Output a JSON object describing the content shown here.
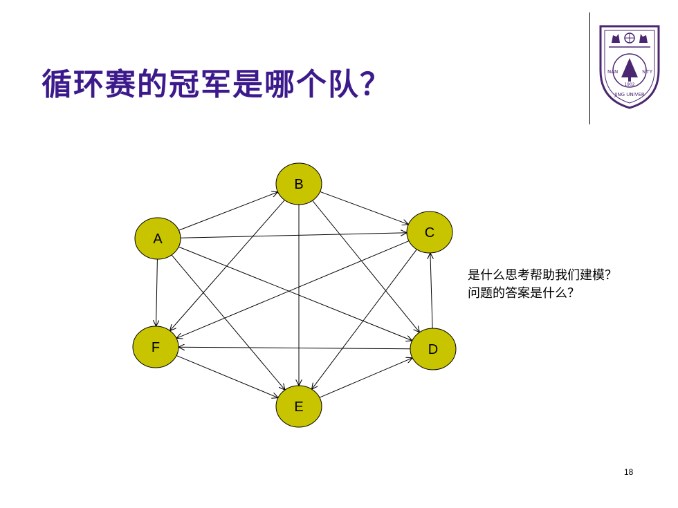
{
  "slide": {
    "title": "循环赛的冠军是哪个队？",
    "page_number": "18"
  },
  "logo": {
    "name": "NANJING UNIVERSITY",
    "year": "1902"
  },
  "side_note": {
    "line1": "是什么思考帮助我们建模？",
    "line2": "问题的答案是什么？"
  },
  "graph": {
    "nodes": [
      "A",
      "B",
      "C",
      "D",
      "E",
      "F"
    ],
    "edges": [
      {
        "from": "A",
        "to": "B"
      },
      {
        "from": "A",
        "to": "C"
      },
      {
        "from": "A",
        "to": "D"
      },
      {
        "from": "A",
        "to": "E"
      },
      {
        "from": "A",
        "to": "F"
      },
      {
        "from": "B",
        "to": "C"
      },
      {
        "from": "B",
        "to": "D"
      },
      {
        "from": "B",
        "to": "E"
      },
      {
        "from": "B",
        "to": "F"
      },
      {
        "from": "C",
        "to": "E"
      },
      {
        "from": "C",
        "to": "F"
      },
      {
        "from": "D",
        "to": "C"
      },
      {
        "from": "D",
        "to": "F"
      },
      {
        "from": "E",
        "to": "D"
      },
      {
        "from": "F",
        "to": "E"
      }
    ],
    "node_fill": "#c8c400",
    "edge_color": "#000000"
  },
  "colors": {
    "title": "#3d1a8c",
    "logo": "#4a2770"
  }
}
